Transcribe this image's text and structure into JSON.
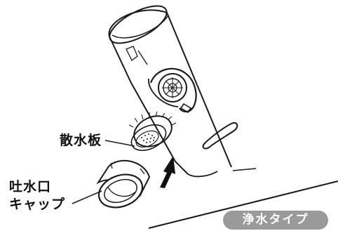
{
  "labels": {
    "aerator_plate": "散水板",
    "outlet_cap_line1": "吐水口",
    "outlet_cap_line2": "キャップ"
  },
  "badge": {
    "text": "浄水タイプ",
    "background": "#9a9a9a",
    "text_color": "#ffffff"
  },
  "colors": {
    "line": "#1a1a1a",
    "arrow": "#111111"
  }
}
